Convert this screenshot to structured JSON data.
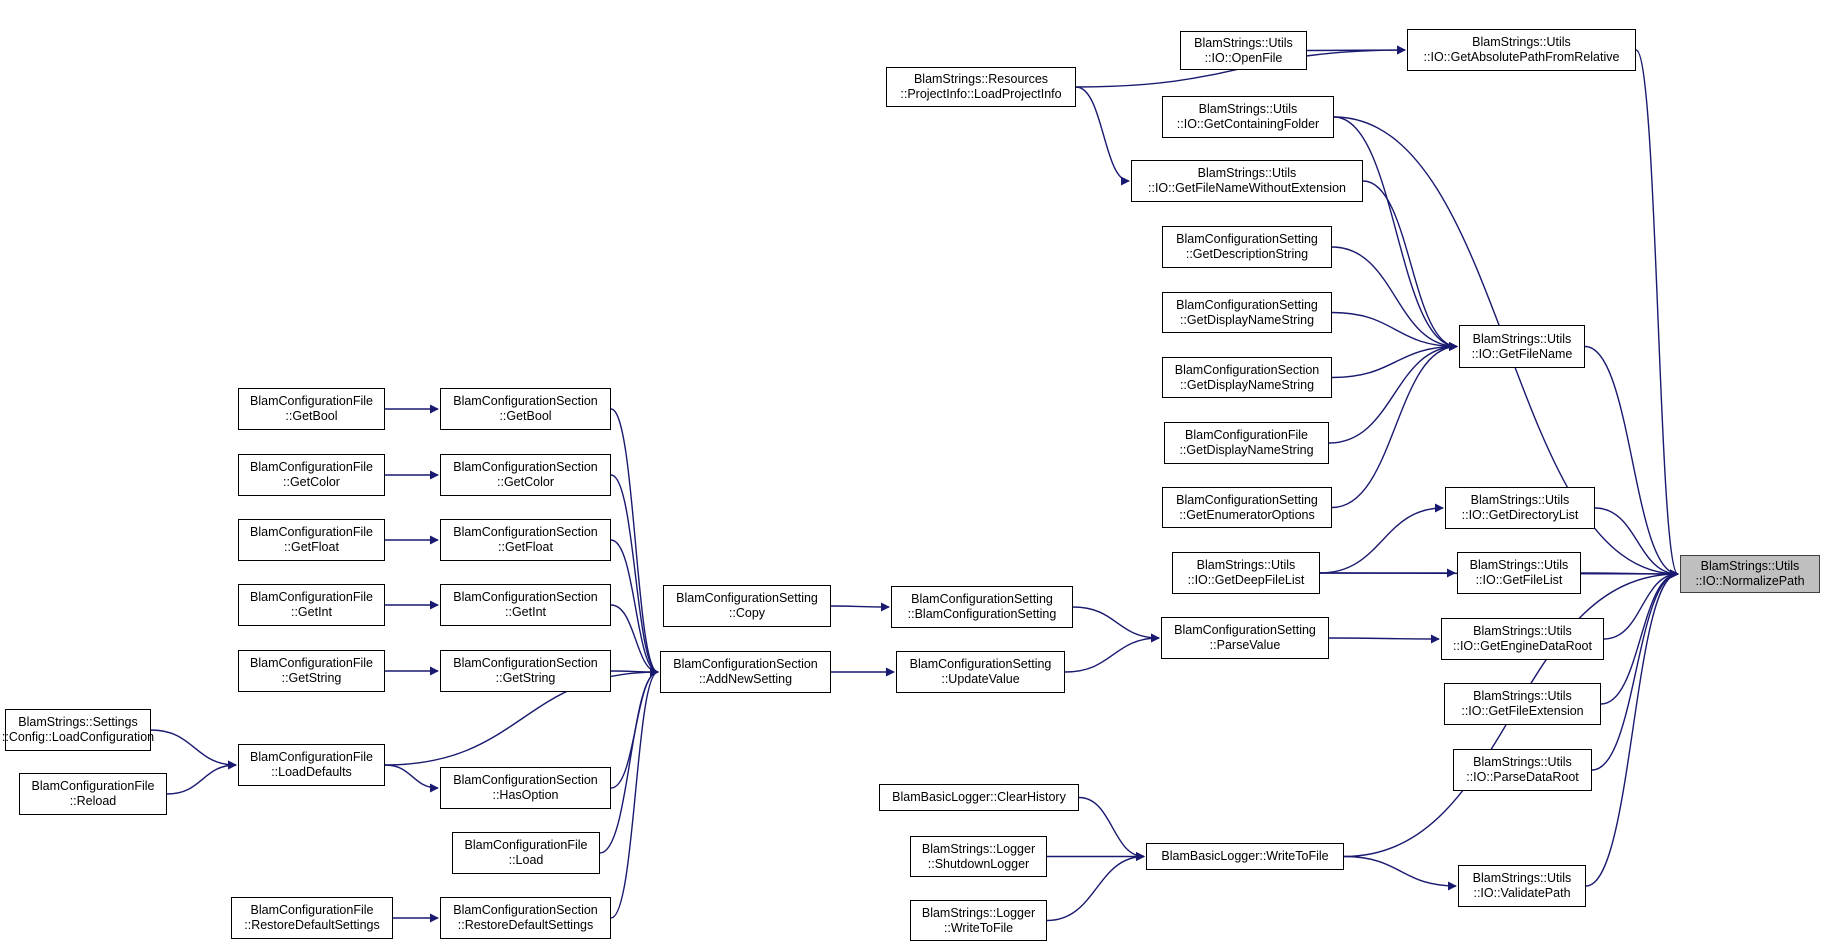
{
  "graph": {
    "edge_color": "#191970",
    "nodes": [
      {
        "id": "target",
        "lines": [
          "BlamStrings::Utils",
          "::IO::NormalizePath"
        ],
        "highlighted": true
      },
      {
        "id": "get_abs",
        "lines": [
          "BlamStrings::Utils",
          "::IO::GetAbsolutePathFromRelative"
        ]
      },
      {
        "id": "open_file",
        "lines": [
          "BlamStrings::Utils",
          "::IO::OpenFile"
        ]
      },
      {
        "id": "load_project",
        "lines": [
          "BlamStrings::Resources",
          "::ProjectInfo::LoadProjectInfo"
        ]
      },
      {
        "id": "containing_folder",
        "lines": [
          "BlamStrings::Utils",
          "::IO::GetContainingFolder"
        ]
      },
      {
        "id": "fname_noext",
        "lines": [
          "BlamStrings::Utils",
          "::IO::GetFileNameWithoutExtension"
        ]
      },
      {
        "id": "desc_string",
        "lines": [
          "BlamConfigurationSetting",
          "::GetDescriptionString"
        ]
      },
      {
        "id": "disp_setting",
        "lines": [
          "BlamConfigurationSetting",
          "::GetDisplayNameString"
        ]
      },
      {
        "id": "disp_section",
        "lines": [
          "BlamConfigurationSection",
          "::GetDisplayNameString"
        ]
      },
      {
        "id": "disp_file",
        "lines": [
          "BlamConfigurationFile",
          "::GetDisplayNameString"
        ]
      },
      {
        "id": "enum_opts",
        "lines": [
          "BlamConfigurationSetting",
          "::GetEnumeratorOptions"
        ]
      },
      {
        "id": "get_file_name",
        "lines": [
          "BlamStrings::Utils",
          "::IO::GetFileName"
        ]
      },
      {
        "id": "deep_list",
        "lines": [
          "BlamStrings::Utils",
          "::IO::GetDeepFileList"
        ]
      },
      {
        "id": "dir_list",
        "lines": [
          "BlamStrings::Utils",
          "::IO::GetDirectoryList"
        ]
      },
      {
        "id": "file_list",
        "lines": [
          "BlamStrings::Utils",
          "::IO::GetFileList"
        ]
      },
      {
        "id": "engine_root",
        "lines": [
          "BlamStrings::Utils",
          "::IO::GetEngineDataRoot"
        ]
      },
      {
        "id": "file_ext",
        "lines": [
          "BlamStrings::Utils",
          "::IO::GetFileExtension"
        ]
      },
      {
        "id": "parse_root",
        "lines": [
          "BlamStrings::Utils",
          "::IO::ParseDataRoot"
        ]
      },
      {
        "id": "validate",
        "lines": [
          "BlamStrings::Utils",
          "::IO::ValidatePath"
        ]
      },
      {
        "id": "parse_value",
        "lines": [
          "BlamConfigurationSetting",
          "::ParseValue"
        ]
      },
      {
        "id": "ctor",
        "lines": [
          "BlamConfigurationSetting",
          "::BlamConfigurationSetting"
        ]
      },
      {
        "id": "update_value",
        "lines": [
          "BlamConfigurationSetting",
          "::UpdateValue"
        ]
      },
      {
        "id": "copy",
        "lines": [
          "BlamConfigurationSetting",
          "::Copy"
        ]
      },
      {
        "id": "add_new",
        "lines": [
          "BlamConfigurationSection",
          "::AddNewSetting"
        ]
      },
      {
        "id": "sec_bool",
        "lines": [
          "BlamConfigurationSection",
          "::GetBool"
        ]
      },
      {
        "id": "sec_color",
        "lines": [
          "BlamConfigurationSection",
          "::GetColor"
        ]
      },
      {
        "id": "sec_float",
        "lines": [
          "BlamConfigurationSection",
          "::GetFloat"
        ]
      },
      {
        "id": "sec_int",
        "lines": [
          "BlamConfigurationSection",
          "::GetInt"
        ]
      },
      {
        "id": "sec_string",
        "lines": [
          "BlamConfigurationSection",
          "::GetString"
        ]
      },
      {
        "id": "sec_hasopt",
        "lines": [
          "BlamConfigurationSection",
          "::HasOption"
        ]
      },
      {
        "id": "file_load",
        "lines": [
          "BlamConfigurationFile",
          "::Load"
        ]
      },
      {
        "id": "sec_restore",
        "lines": [
          "BlamConfigurationSection",
          "::RestoreDefaultSettings"
        ]
      },
      {
        "id": "file_bool",
        "lines": [
          "BlamConfigurationFile",
          "::GetBool"
        ]
      },
      {
        "id": "file_color",
        "lines": [
          "BlamConfigurationFile",
          "::GetColor"
        ]
      },
      {
        "id": "file_float",
        "lines": [
          "BlamConfigurationFile",
          "::GetFloat"
        ]
      },
      {
        "id": "file_int",
        "lines": [
          "BlamConfigurationFile",
          "::GetInt"
        ]
      },
      {
        "id": "file_string",
        "lines": [
          "BlamConfigurationFile",
          "::GetString"
        ]
      },
      {
        "id": "load_defaults",
        "lines": [
          "BlamConfigurationFile",
          "::LoadDefaults"
        ]
      },
      {
        "id": "file_restore",
        "lines": [
          "BlamConfigurationFile",
          "::RestoreDefaultSettings"
        ]
      },
      {
        "id": "load_config",
        "lines": [
          "BlamStrings::Settings",
          "::Config::LoadConfiguration"
        ]
      },
      {
        "id": "reload",
        "lines": [
          "BlamConfigurationFile",
          "::Reload"
        ]
      },
      {
        "id": "logger_write",
        "lines": [
          "BlamBasicLogger::WriteToFile"
        ]
      },
      {
        "id": "clear_history",
        "lines": [
          "BlamBasicLogger::ClearHistory"
        ]
      },
      {
        "id": "shutdown",
        "lines": [
          "BlamStrings::Logger",
          "::ShutdownLogger"
        ]
      },
      {
        "id": "strings_write",
        "lines": [
          "BlamStrings::Logger",
          "::WriteToFile"
        ]
      }
    ],
    "edges": [
      [
        "get_abs",
        "target"
      ],
      [
        "get_file_name",
        "target"
      ],
      [
        "containing_folder",
        "target"
      ],
      [
        "dir_list",
        "target"
      ],
      [
        "file_list",
        "target"
      ],
      [
        "engine_root",
        "target"
      ],
      [
        "file_ext",
        "target"
      ],
      [
        "parse_root",
        "target"
      ],
      [
        "validate",
        "target"
      ],
      [
        "deep_list",
        "target"
      ],
      [
        "logger_write",
        "target"
      ],
      [
        "open_file",
        "get_abs"
      ],
      [
        "load_project",
        "get_abs"
      ],
      [
        "load_project",
        "fname_noext"
      ],
      [
        "containing_folder",
        "get_file_name"
      ],
      [
        "fname_noext",
        "get_file_name"
      ],
      [
        "desc_string",
        "get_file_name"
      ],
      [
        "disp_setting",
        "get_file_name"
      ],
      [
        "disp_section",
        "get_file_name"
      ],
      [
        "disp_file",
        "get_file_name"
      ],
      [
        "enum_opts",
        "get_file_name"
      ],
      [
        "deep_list",
        "dir_list"
      ],
      [
        "deep_list",
        "file_list"
      ],
      [
        "parse_value",
        "engine_root"
      ],
      [
        "ctor",
        "parse_value"
      ],
      [
        "update_value",
        "parse_value"
      ],
      [
        "copy",
        "ctor"
      ],
      [
        "add_new",
        "update_value"
      ],
      [
        "sec_bool",
        "add_new"
      ],
      [
        "sec_color",
        "add_new"
      ],
      [
        "sec_float",
        "add_new"
      ],
      [
        "sec_int",
        "add_new"
      ],
      [
        "sec_string",
        "add_new"
      ],
      [
        "load_defaults",
        "add_new"
      ],
      [
        "sec_hasopt",
        "add_new"
      ],
      [
        "file_load",
        "add_new"
      ],
      [
        "sec_restore",
        "add_new"
      ],
      [
        "file_bool",
        "sec_bool"
      ],
      [
        "file_color",
        "sec_color"
      ],
      [
        "file_float",
        "sec_float"
      ],
      [
        "file_int",
        "sec_int"
      ],
      [
        "file_string",
        "sec_string"
      ],
      [
        "load_defaults",
        "sec_hasopt"
      ],
      [
        "file_restore",
        "sec_restore"
      ],
      [
        "load_config",
        "load_defaults"
      ],
      [
        "reload",
        "load_defaults"
      ],
      [
        "logger_write",
        "validate"
      ],
      [
        "clear_history",
        "logger_write"
      ],
      [
        "shutdown",
        "logger_write"
      ],
      [
        "strings_write",
        "logger_write"
      ]
    ]
  }
}
